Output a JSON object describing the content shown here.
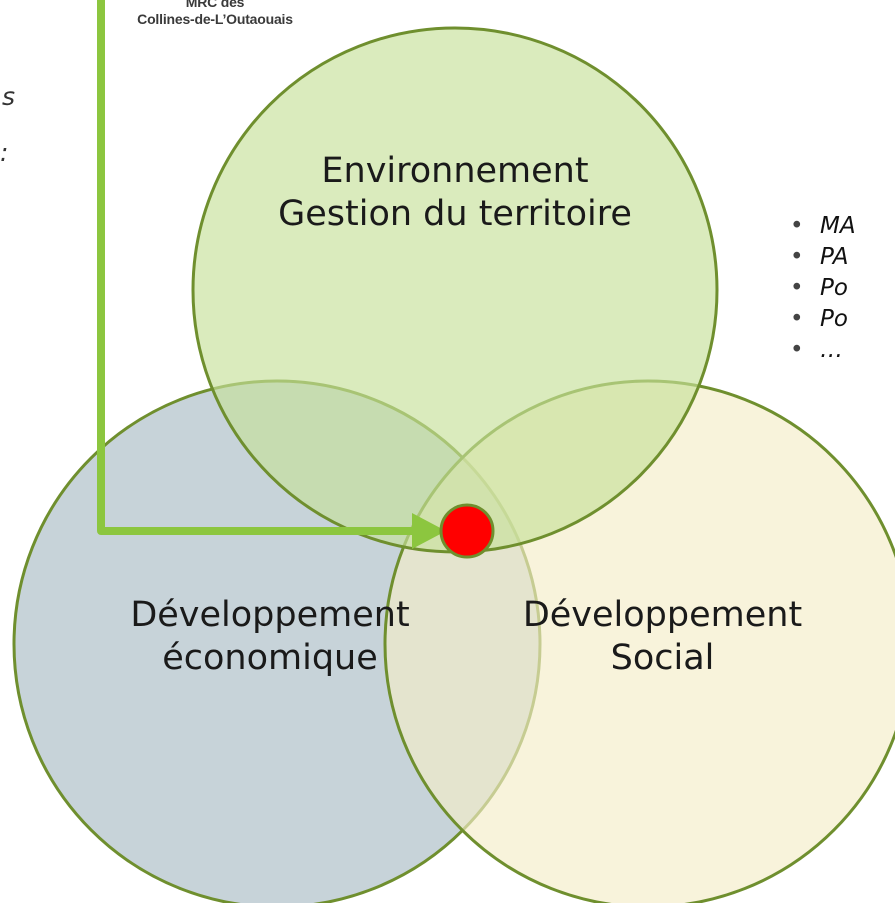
{
  "logo": {
    "line1": "MRC des",
    "line2": "Collines-de-L’Outaouais"
  },
  "left_fragments": [
    "s",
    ":"
  ],
  "circles": {
    "top": {
      "line1": "Environnement",
      "line2": "Gestion du territoire",
      "fill": "#c6e09a"
    },
    "left": {
      "line1": "Développement",
      "line2": "économique",
      "fill": "#a9bcc4"
    },
    "right": {
      "line1": "Développement",
      "line2": "Social",
      "fill": "#f5ecc8"
    }
  },
  "bullets": [
    "MA",
    "PA",
    "Po",
    "Po",
    "…"
  ],
  "bullet_glyph": "•",
  "colors": {
    "arrow": "#8cc63f",
    "circle_stroke": "#6f8f2e",
    "center_dot": "#ff0000"
  }
}
